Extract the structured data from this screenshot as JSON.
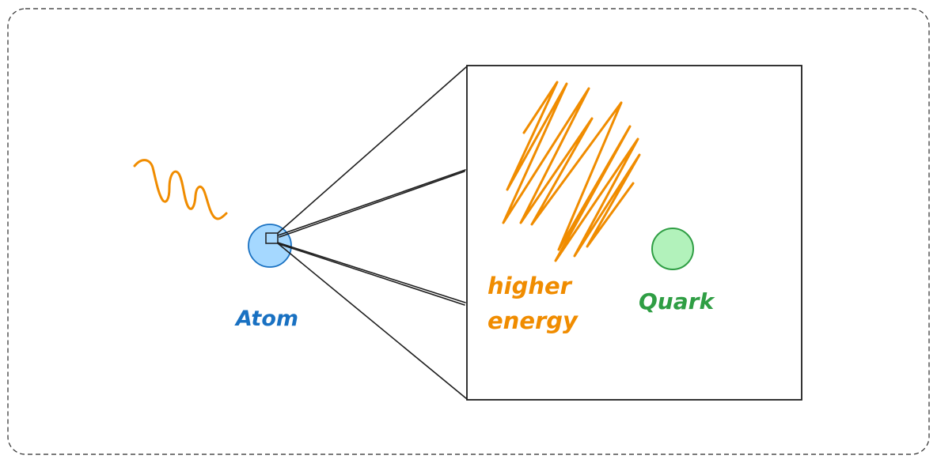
{
  "diagram": {
    "labels": {
      "atom": "Atom",
      "higher_energy_line1": "higher",
      "higher_energy_line2": "energy",
      "quark": "Quark"
    },
    "colors": {
      "frame_dash": "#2b2b2b",
      "line": "#1e1e1e",
      "wave": "#f08c00",
      "atom_fill": "#a5d8ff",
      "atom_stroke": "#1971c2",
      "atom_text": "#1971c2",
      "energy": "#f08c00",
      "quark_fill": "#b2f2bb",
      "quark_stroke": "#2f9e44",
      "quark_text": "#2f9e44"
    },
    "icons": {
      "wave": "squiggle-wave-icon",
      "atom": "circle-atom-icon",
      "quark": "circle-quark-icon"
    }
  }
}
